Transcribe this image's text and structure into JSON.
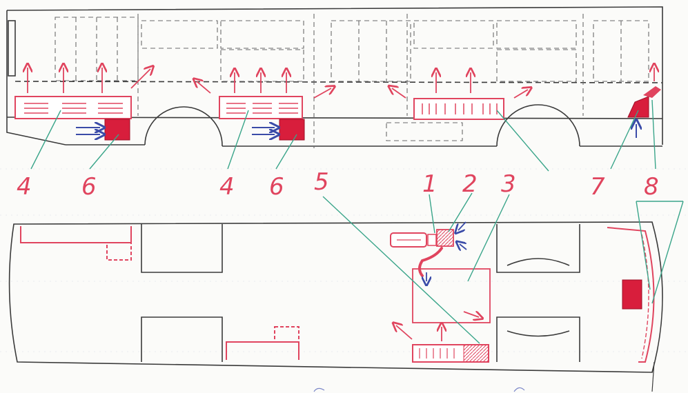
{
  "colors": {
    "outline": "#3a3a3a",
    "dash": "#6a6a6a",
    "heater": "#e0445e",
    "fan_fill": "#d81e3c",
    "airflow_intake": "#3a4ba8",
    "airflow_supply": "#e0445e",
    "leader": "#3aa58a",
    "label": "#e0445e"
  },
  "labels": {
    "heater_left": "4",
    "fan_left": "6",
    "heater_mid": "4",
    "fan_mid": "6",
    "duct": "5",
    "heater_front": "7",
    "defroster": "8",
    "element_1": "1",
    "element_2": "2",
    "element_3": "3"
  },
  "icons": {
    "intake_arrow": "arrow-right-icon",
    "supply_arrow": "arrow-up-icon"
  }
}
